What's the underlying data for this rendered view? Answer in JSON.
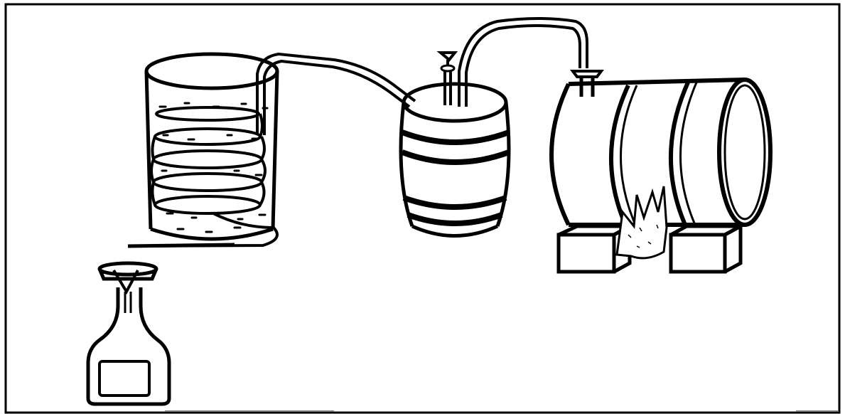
{
  "diagram": {
    "components": [
      {
        "id": "collection-bottle",
        "icon": "bottle-with-funnel-icon"
      },
      {
        "id": "condenser-coil-bucket",
        "icon": "coil-in-water-bucket-icon"
      },
      {
        "id": "thump-keg",
        "icon": "barrel-with-valve-icon"
      },
      {
        "id": "still-boiler",
        "icon": "horizontal-tank-icon"
      },
      {
        "id": "fire",
        "icon": "flame-icon"
      },
      {
        "id": "support-blocks",
        "icon": "block-icon"
      }
    ],
    "colors": {
      "stroke": "#000000",
      "background": "#ffffff"
    }
  }
}
